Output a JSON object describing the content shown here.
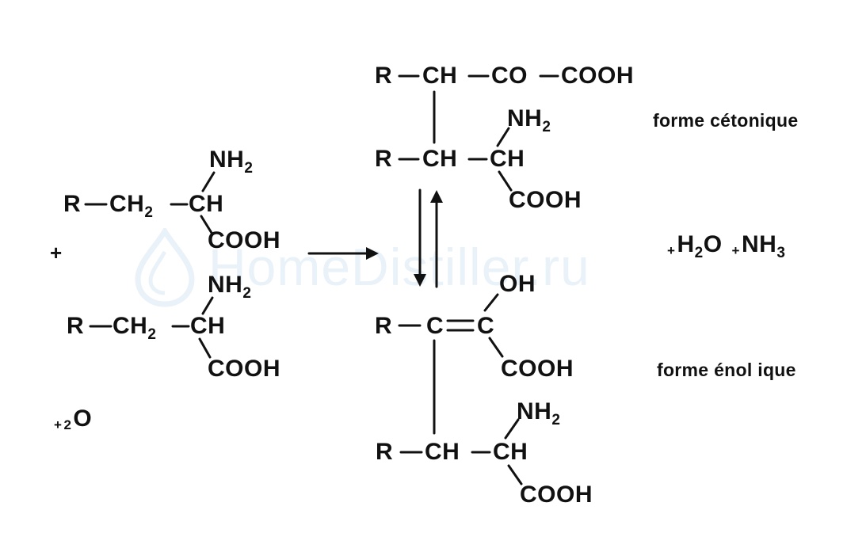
{
  "reactants": {
    "top": {
      "r": "R",
      "ch2": "CH",
      "ch2_sub": "2",
      "ch": "CH",
      "nh2": "NH",
      "nh2_sub": "2",
      "cooh": "COOH"
    },
    "plus": "+",
    "bottom": {
      "r": "R",
      "ch2": "CH",
      "ch2_sub": "2",
      "ch": "CH",
      "nh2": "NH",
      "nh2_sub": "2",
      "cooh": "COOH"
    },
    "oxygen": {
      "plus": "+",
      "coef": "2",
      "symbol": "O"
    }
  },
  "ketonic": {
    "top_chain": {
      "r": "R",
      "ch": "CH",
      "co": "CO",
      "cooh": "COOH"
    },
    "bottom_chain": {
      "r": "R",
      "ch1": "CH",
      "ch2": "CH",
      "nh2": "NH",
      "nh2_sub": "2",
      "cooh": "COOH"
    },
    "label": "forme cétonique"
  },
  "enolic": {
    "top_chain": {
      "r": "R",
      "c1": "C",
      "c2": "C",
      "oh": "OH",
      "cooh": "COOH"
    },
    "bottom_chain": {
      "r": "R",
      "ch1": "CH",
      "ch2": "CH",
      "nh2": "NH",
      "nh2_sub": "2",
      "cooh": "COOH"
    },
    "label": "forme énol ique"
  },
  "byproducts": {
    "plus1": "+",
    "water": "H",
    "water_sub": "2",
    "water_o": "O",
    "plus2": "+",
    "ammonia": "NH",
    "ammonia_sub": "3"
  },
  "watermark": {
    "text": "HomeDistiller.ru"
  },
  "colors": {
    "ink": "#111111",
    "watermark": "#9fc3e6"
  }
}
